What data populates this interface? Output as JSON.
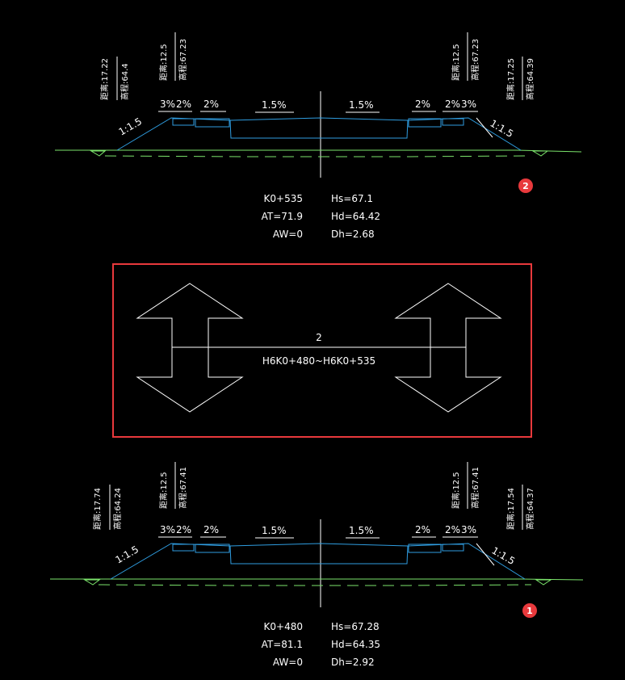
{
  "top": {
    "station": "K0+535",
    "hs": "Hs=67.1",
    "at": "AT=71.9",
    "hd": "Hd=64.42",
    "aw": "AW=0",
    "dh": "Dh=2.68",
    "left_outer": [
      "距离:17.22",
      "高程:64.4"
    ],
    "left_inner": [
      "距离:12.5",
      "高程:67.23"
    ],
    "right_inner": [
      "距离:12.5",
      "高程:67.23"
    ],
    "right_outer": [
      "距离:17.25",
      "高程:64.39"
    ],
    "slopes": [
      "3%",
      "2%",
      "2%",
      "1.5%",
      "1.5%",
      "2%",
      "2%",
      "3%"
    ],
    "side_slope_left": "1:1.5",
    "side_slope_right": "1:1.5",
    "badge": "2"
  },
  "middle": {
    "number": "2",
    "range": "H6K0+480~H6K0+535"
  },
  "bottom": {
    "station": "K0+480",
    "hs": "Hs=67.28",
    "at": "AT=81.1",
    "hd": "Hd=64.35",
    "aw": "AW=0",
    "dh": "Dh=2.92",
    "left_outer": [
      "距离:17.74",
      "高程:64.24"
    ],
    "left_inner": [
      "距离:12.5",
      "高程:67.41"
    ],
    "right_inner": [
      "距离:12.5",
      "高程:67.41"
    ],
    "right_outer": [
      "距离:17.54",
      "高程:64.37"
    ],
    "slopes": [
      "3%",
      "2%",
      "2%",
      "1.5%",
      "1.5%",
      "2%",
      "2%",
      "3%"
    ],
    "side_slope_left": "1:1.5",
    "side_slope_right": "1:1.5",
    "badge": "1"
  },
  "colors": {
    "road": "#2f9de0",
    "ground": "#7be36b",
    "highlight": "#e8393c",
    "line": "#ffffff"
  }
}
